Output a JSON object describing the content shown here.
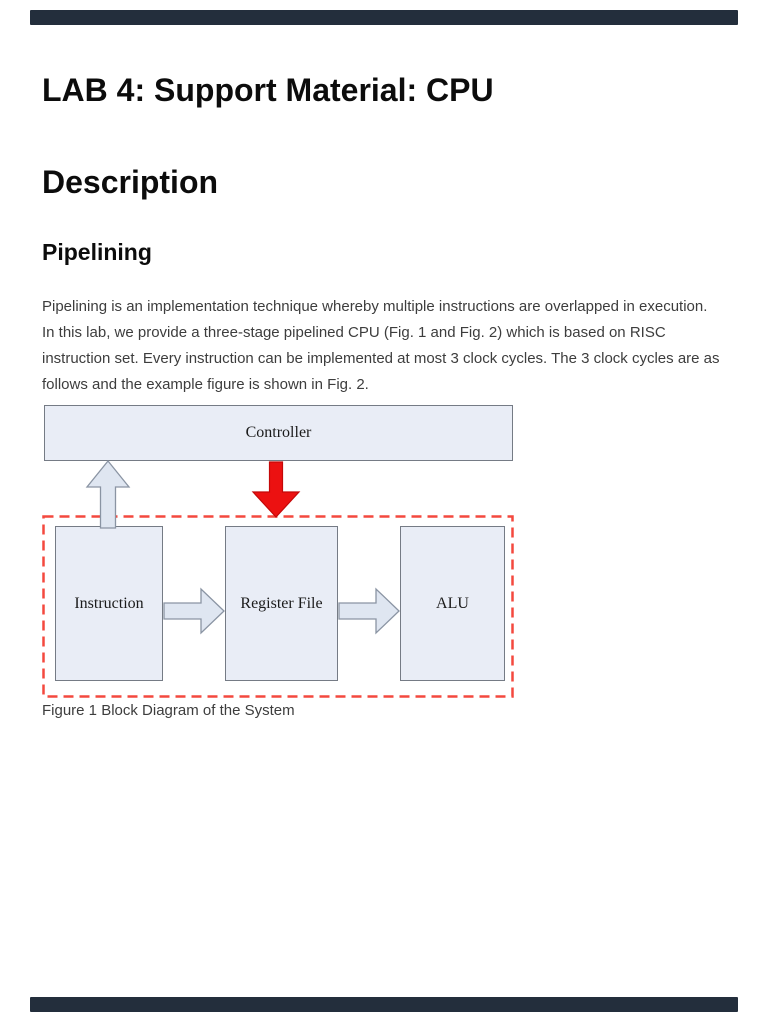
{
  "page": {
    "title": "LAB 4: Support Material: CPU",
    "section_heading": "Description",
    "subsection_heading": "Pipelining",
    "paragraph_lines": [
      "Pipelining is an implementation technique whereby multiple instructions are overlapped in execution.",
      "In this lab, we provide a three-stage pipelined CPU (Fig. 1 and Fig. 2) which is based on RISC",
      "instruction set. Every instruction can be implemented at most 3 clock cycles. The 3 clock cycles are as",
      "follows and the example figure is shown in Fig. 2."
    ],
    "figure_caption": "Figure 1 Block Diagram of the System"
  },
  "diagram": {
    "controller_label": "Controller",
    "stage_boxes": [
      {
        "label": "Instruction"
      },
      {
        "label": "Register File"
      },
      {
        "label": "ALU"
      }
    ],
    "icons": [
      "up-block-arrow-icon",
      "red-down-arrow-icon",
      "flow-arrow-right-icon",
      "flow-arrow-right-icon"
    ]
  },
  "colors": {
    "heading_text": "#0c0c0c",
    "body_text": "#3d3d3d",
    "box_fill": "#e9edf6",
    "box_border": "#757b85",
    "arrow_fill": "#dfe6f1",
    "arrow_border": "#8a94a3",
    "red_arrow_fill": "#ec1111",
    "red_arrow_border": "#c40808",
    "dashed_region_border": "#f4483e",
    "viewer_bar": "#232e3c"
  }
}
